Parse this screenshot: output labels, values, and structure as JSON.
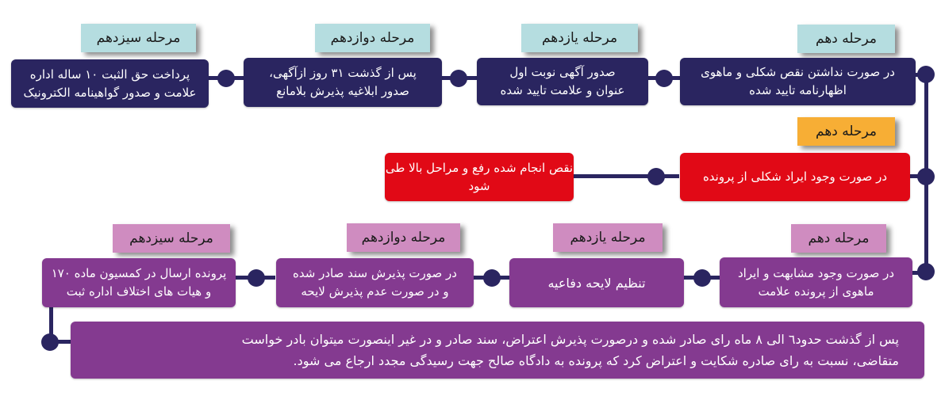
{
  "row1": {
    "stages": [
      {
        "label": "مرحله دهم",
        "text": "در صورت نداشتن نقص شکلی و ماهوی\nاظهارنامه تایید شده"
      },
      {
        "label": "مرحله یازدهم",
        "text": "صدور آگهی نوبت اول\nعنوان و علامت تایید شده"
      },
      {
        "label": "مرحله دوازدهم",
        "text": "پس از گذشت ۳۱ روز ازآگهی،\nصدور ابلاغیه  پذیرش بلامانع"
      },
      {
        "label": "مرحله سیزدهم",
        "text": "پرداخت حق الثبت ۱۰ ساله اداره\nعلامت و صدور گواهینامه الکترونیک"
      }
    ]
  },
  "row2": {
    "stages": [
      {
        "label": "مرحله دهم",
        "text": "در صورت وجود ایراد شکلی از پرونده"
      },
      {
        "text": "نقص انجام شده رفع و مراحل بالا طی شود"
      }
    ]
  },
  "row3": {
    "stages": [
      {
        "label": "مرحله دهم",
        "text": "در صورت وجود مشابهت و ایراد\nماهوی از پرونده علامت"
      },
      {
        "label": "مرحله یازدهم",
        "text": "تنظیم لایحه دفاعیه"
      },
      {
        "label": "مرحله دوازدهم",
        "text": "در صورت پذیرش سند صادر شده\nو در صورت عدم پذیرش لایحه"
      },
      {
        "label": "مرحله سیزدهم",
        "text": "پرونده ارسال در کمسیون ماده ۱۷۰\nو هیات های اختلاف اداره ثبت"
      }
    ]
  },
  "final": {
    "text": "پس از گذشت حدود٦ الی ۸ ماه رای صادر شده و درصورت پذیرش اعتراض، سند صادر و در غیر اینصورت میتوان بادر خواست\nمتقاضی، نسبت به رای صادره شکایت و اعتراض کرد که پرونده به دادگاه صالح جهت رسیدگی مجدد ارجاع می شود."
  },
  "colors": {
    "navy": "#2a2560",
    "red": "#e10916",
    "purple": "#843a90",
    "cyan_label": "#b5dde0",
    "orange_label": "#f7ae35",
    "pink_label": "#cf8cc0"
  }
}
